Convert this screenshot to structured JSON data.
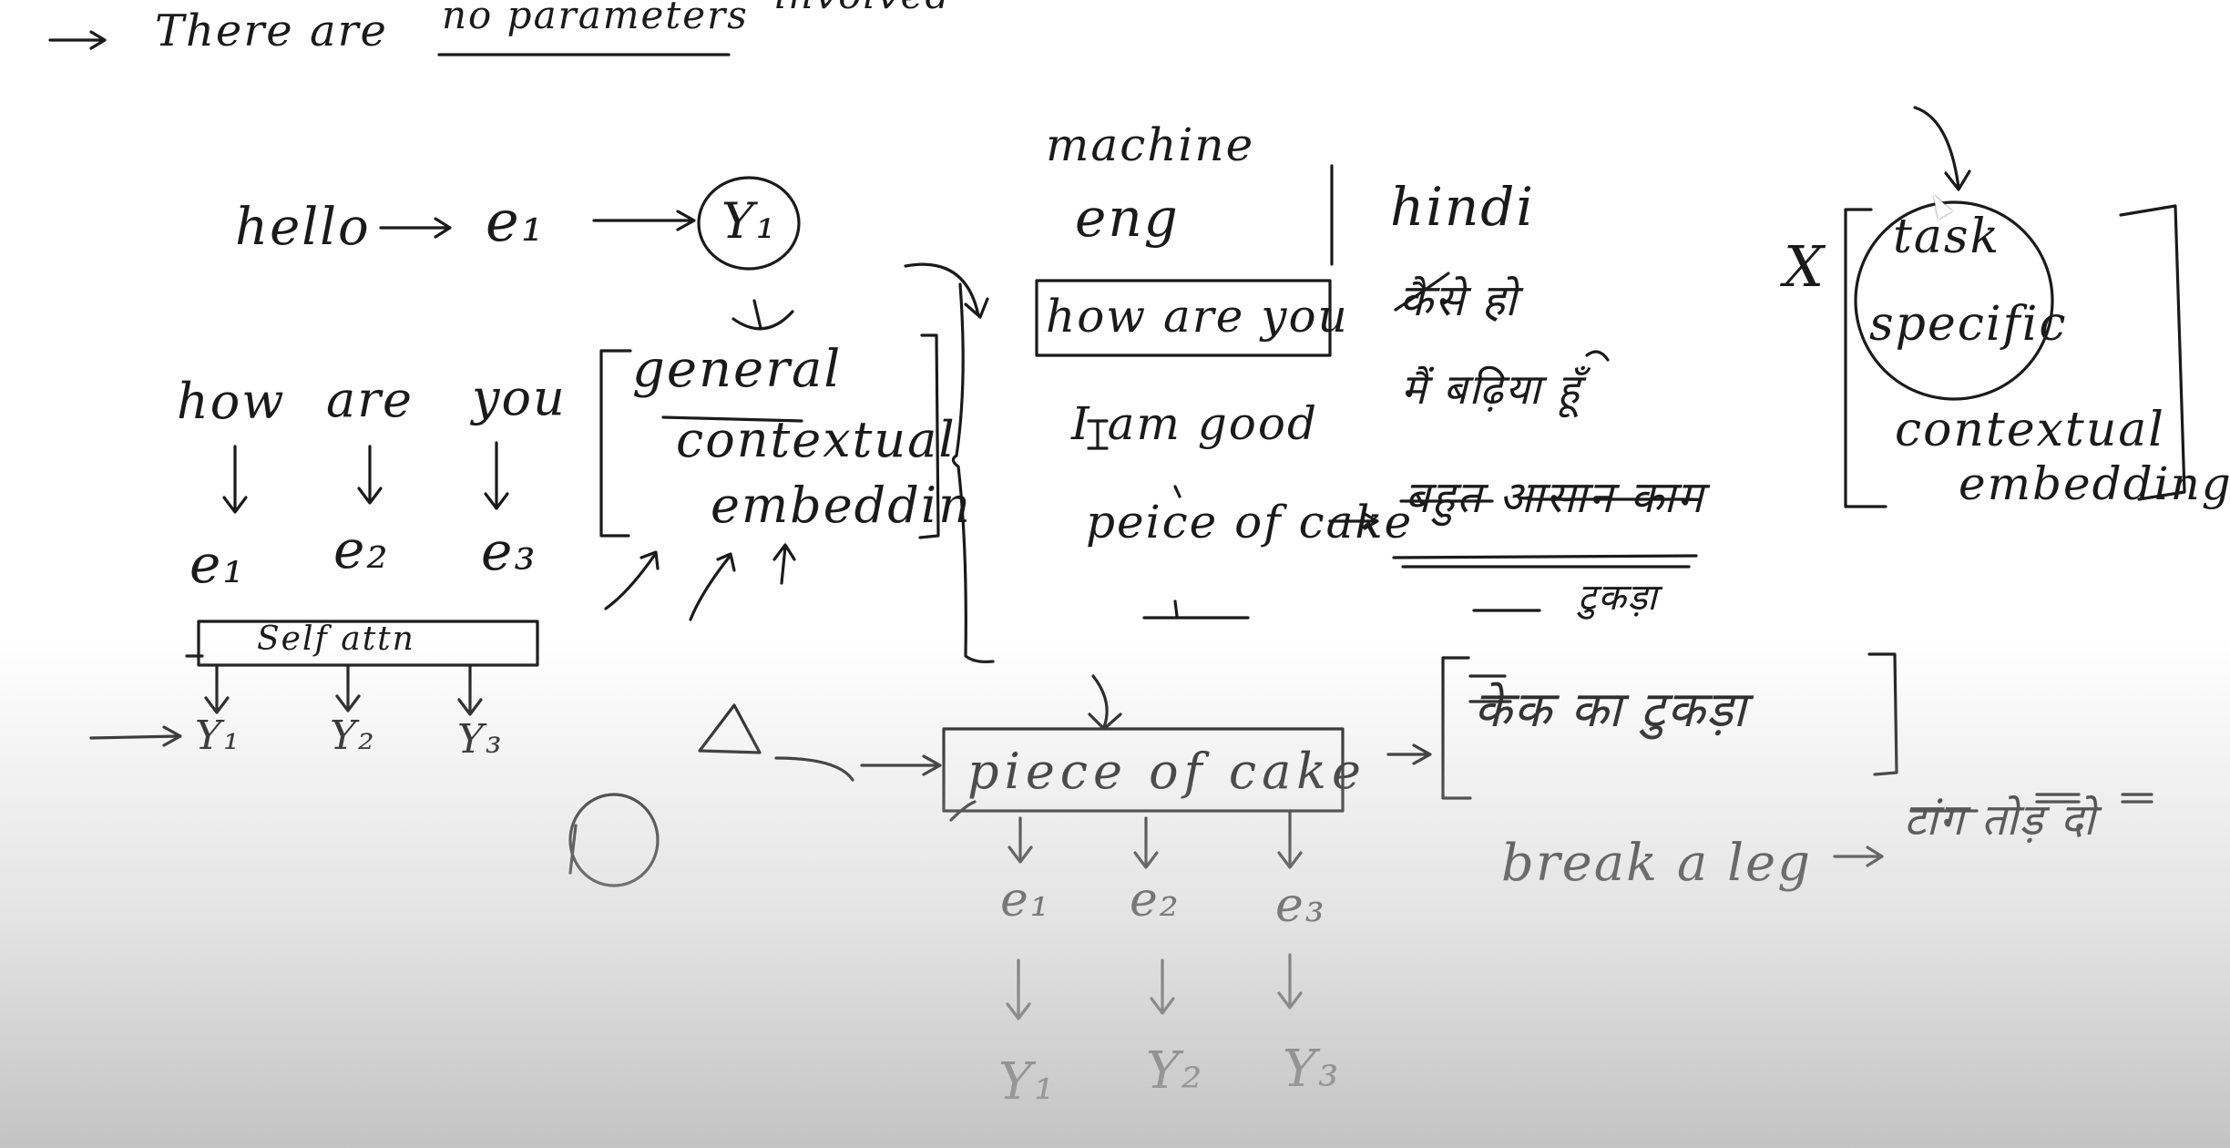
{
  "header": {
    "arrow_glyph": "→",
    "prefix": "There are",
    "underlined": "no parameters",
    "suffix": "involved"
  },
  "left": {
    "hello": "hello",
    "e1": "e₁",
    "y1_circle": "Y₁",
    "sentence_words": [
      "how",
      "are",
      "you"
    ],
    "embeddings": [
      "e₁",
      "e₂",
      "e₃"
    ],
    "self_attention": "Self attn",
    "outputs": [
      "Y₁",
      "Y₂",
      "Y₃"
    ]
  },
  "general_bracket": {
    "line1": "general",
    "line2": "contextual",
    "line3": "embeddin"
  },
  "translation": {
    "machine": "machine",
    "eng": "eng",
    "hindi": "hindi",
    "how_are_you": "how are you",
    "kaise_ho": "कैसे हो",
    "i_am_good": "I am good",
    "main_badhiya": "मैं बढ़िया हूँ",
    "piece_of_cake": "peice of cake",
    "hindi_idiom": "बहुत आसान काम",
    "hindi_small": "टुकड़ा"
  },
  "task_bracket": {
    "x_mark": "X",
    "line1": "task",
    "line2": "specific",
    "line3": "contextual",
    "line4": "embeddings"
  },
  "bottom": {
    "piece_of_cake_box": "piece of cake",
    "hindi_literal": "केक का टुकड़ा",
    "embeddings": [
      "e₁",
      "e₂",
      "e₃"
    ],
    "outputs": [
      "Y₁",
      "Y₂",
      "Y₃"
    ],
    "break_a_leg": "break a leg",
    "break_a_leg_hindi": "टांग तोड़ दो"
  }
}
